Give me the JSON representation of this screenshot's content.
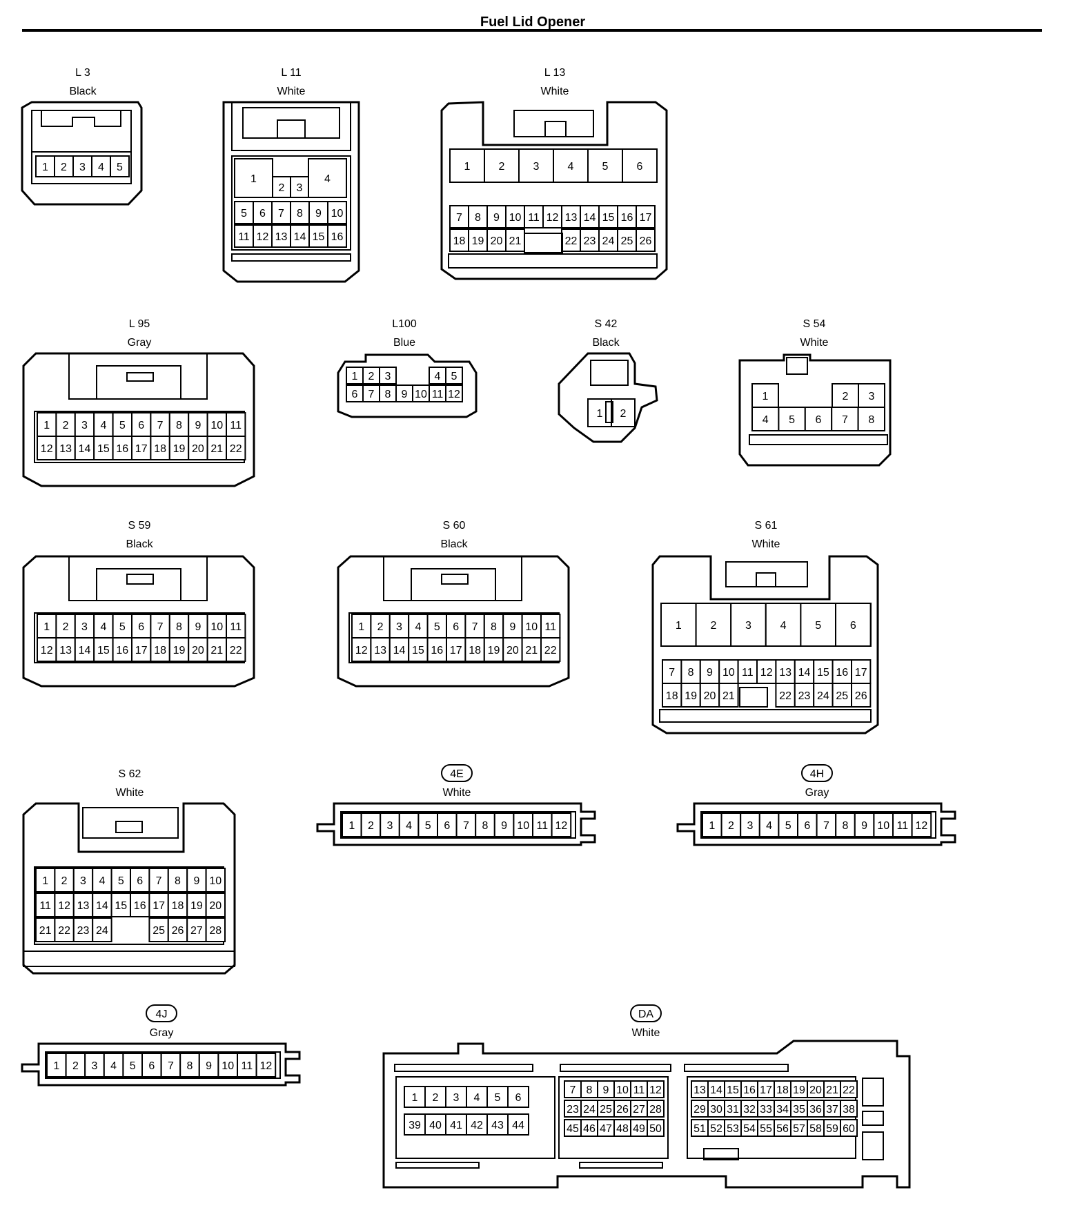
{
  "title": "Fuel Lid Opener",
  "connectors": [
    {
      "id": "L3",
      "name": "L 3",
      "color": "Black"
    },
    {
      "id": "L11",
      "name": "L 11",
      "color": "White"
    },
    {
      "id": "L13",
      "name": "L 13",
      "color": "White"
    },
    {
      "id": "L95",
      "name": "L 95",
      "color": "Gray"
    },
    {
      "id": "L100",
      "name": "L100",
      "color": "Blue"
    },
    {
      "id": "S42",
      "name": "S 42",
      "color": "Black"
    },
    {
      "id": "S54",
      "name": "S 54",
      "color": "White"
    },
    {
      "id": "S59",
      "name": "S 59",
      "color": "Black"
    },
    {
      "id": "S60",
      "name": "S 60",
      "color": "Black"
    },
    {
      "id": "S61",
      "name": "S 61",
      "color": "White"
    },
    {
      "id": "S62",
      "name": "S 62",
      "color": "White"
    },
    {
      "id": "4E",
      "name": "4E",
      "color": "White"
    },
    {
      "id": "4H",
      "name": "4H",
      "color": "Gray"
    },
    {
      "id": "4J",
      "name": "4J",
      "color": "Gray"
    },
    {
      "id": "DA",
      "name": "DA",
      "color": "White"
    }
  ]
}
